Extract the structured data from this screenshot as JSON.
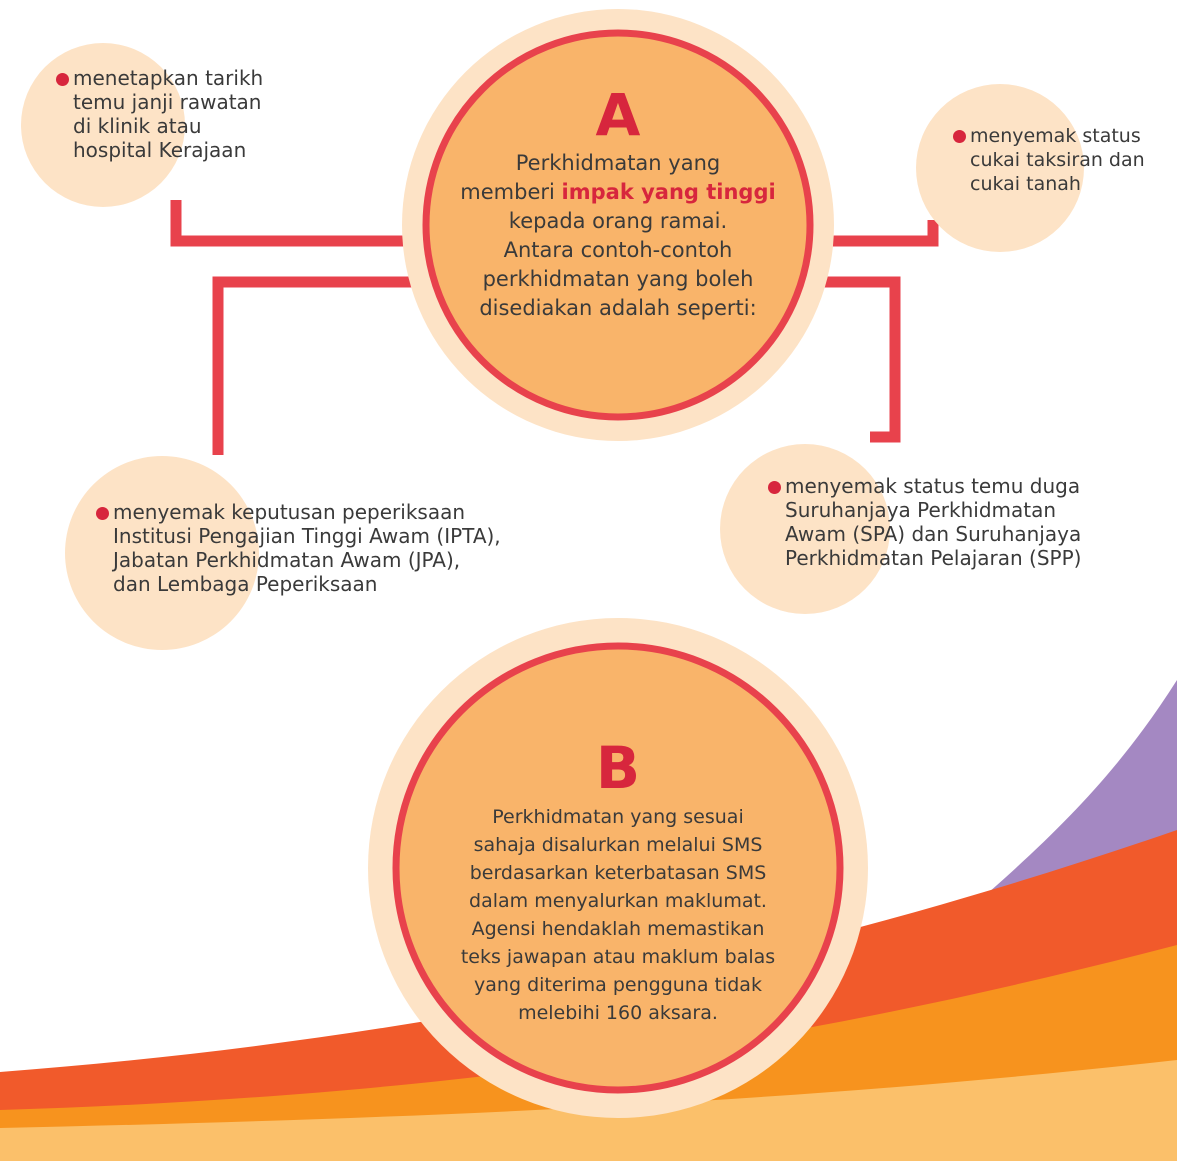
{
  "colors": {
    "bubble": "#fde3c6",
    "center_fill": "#f9b46a",
    "center_halo": "#fde3c6",
    "connector": "#e8424c",
    "accent_red": "#d7263d",
    "wave_purple": "#a488c2",
    "wave_orange": "#f15a2b",
    "wave_amber": "#f7931e",
    "wave_light": "#fbc06a"
  },
  "circle_a": {
    "letter": "A",
    "line1": "Perkhidmatan yang",
    "line2_pre": "memberi ",
    "line2_highlight": "impak yang tinggi",
    "line3": "kepada orang ramai.",
    "line4": "Antara contoh-contoh",
    "line5": "perkhidmatan yang boleh",
    "line6": "disediakan adalah seperti:"
  },
  "examples": {
    "top_left": [
      "menetapkan tarikh",
      "temu janji rawatan",
      "di klinik atau",
      "hospital Kerajaan"
    ],
    "top_right": [
      "menyemak status",
      "cukai taksiran dan",
      "cukai tanah"
    ],
    "bottom_left": [
      "menyemak keputusan peperiksaan",
      "Institusi Pengajian Tinggi Awam (IPTA),",
      "Jabatan Perkhidmatan Awam (JPA),",
      "dan Lembaga Peperiksaan"
    ],
    "bottom_right": [
      "menyemak status temu duga",
      "Suruhanjaya Perkhidmatan",
      "Awam (SPA) dan Suruhanjaya",
      "Perkhidmatan Pelajaran (SPP)"
    ]
  },
  "circle_b": {
    "letter": "B",
    "lines": [
      "Perkhidmatan yang sesuai",
      "sahaja disalurkan melalui SMS",
      "berdasarkan keterbatasan SMS",
      "dalam menyalurkan maklumat.",
      "Agensi hendaklah memastikan",
      "teks jawapan atau maklum balas",
      "yang diterima pengguna tidak",
      "melebihi 160 aksara."
    ]
  }
}
